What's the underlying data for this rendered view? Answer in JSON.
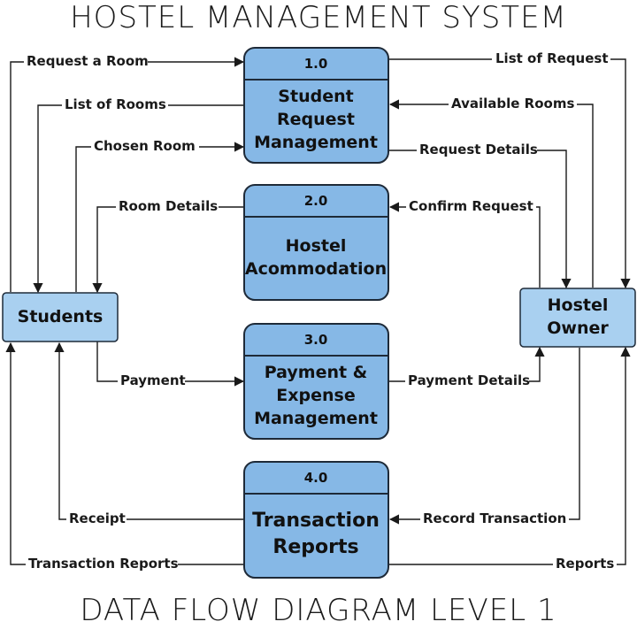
{
  "title": "HOSTEL MANAGEMENT SYSTEM",
  "subtitle": "DATA FLOW DIAGRAM LEVEL 1",
  "entities": {
    "students": "Students",
    "owner_line1": "Hostel",
    "owner_line2": "Owner"
  },
  "processes": [
    {
      "id": "1.0",
      "lines": [
        "Student",
        "Request",
        "Management"
      ]
    },
    {
      "id": "2.0",
      "lines": [
        "Hostel",
        "Acommodation"
      ]
    },
    {
      "id": "3.0",
      "lines": [
        "Payment &",
        "Expense",
        "Management"
      ]
    },
    {
      "id": "4.0",
      "lines": [
        "Transaction",
        "Reports"
      ]
    }
  ],
  "flows": {
    "request_room": "Request a Room",
    "list_of_rooms": "List of Rooms",
    "chosen_room": "Chosen Room",
    "list_of_request": "List of Request",
    "available_rooms": "Available Rooms",
    "request_details": "Request Details",
    "room_details": "Room Details",
    "confirm_request": "Confirm Request",
    "payment": "Payment",
    "payment_details": "Payment Details",
    "receipt": "Receipt",
    "record_transaction": "Record Transaction",
    "transaction_reports": "Transaction Reports",
    "reports": "Reports"
  }
}
